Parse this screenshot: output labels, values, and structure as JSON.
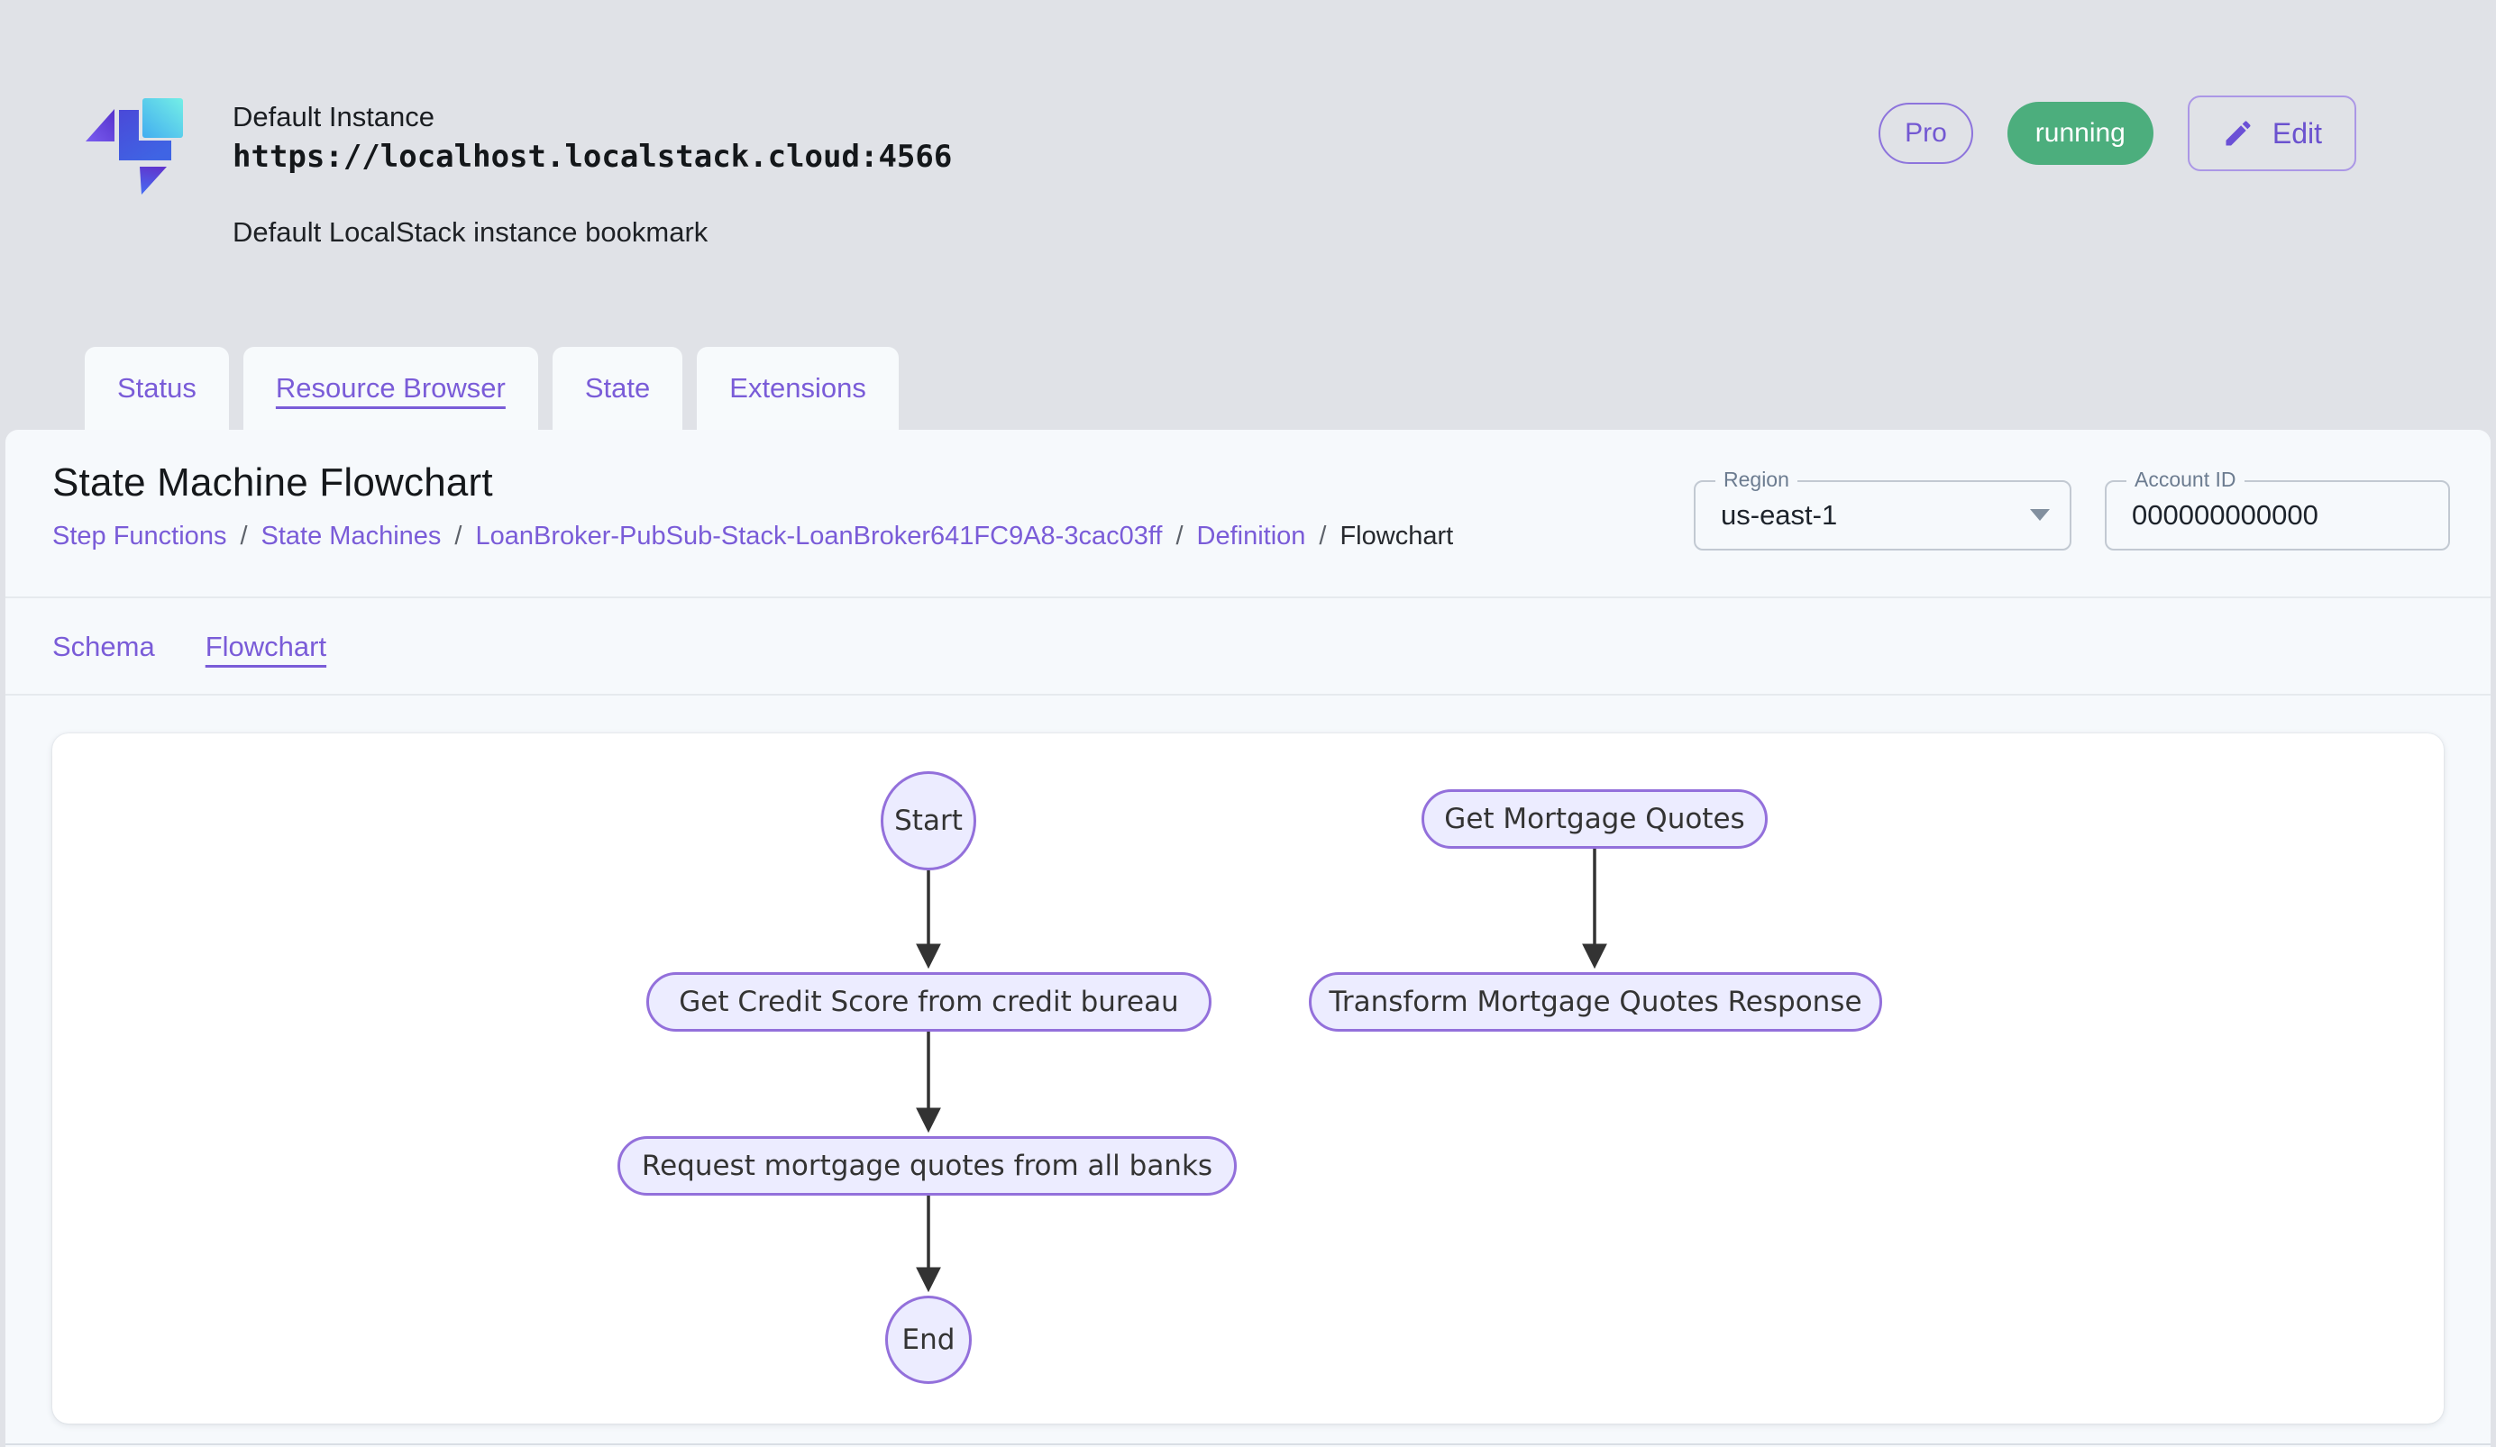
{
  "header": {
    "instance_name": "Default Instance",
    "instance_url": "https://localhost.localstack.cloud:4566",
    "instance_description": "Default LocalStack instance bookmark",
    "pro_badge": "Pro",
    "status_badge": "running",
    "edit_button": "Edit"
  },
  "tabs": [
    {
      "label": "Status",
      "active": false
    },
    {
      "label": "Resource Browser",
      "active": true
    },
    {
      "label": "State",
      "active": false
    },
    {
      "label": "Extensions",
      "active": false
    }
  ],
  "page": {
    "title": "State Machine Flowchart",
    "separator": "/",
    "breadcrumb": [
      {
        "label": "Step Functions",
        "link": true
      },
      {
        "label": "State Machines",
        "link": true
      },
      {
        "label": "LoanBroker-PubSub-Stack-LoanBroker641FC9A8-3cac03ff",
        "link": true
      },
      {
        "label": "Definition",
        "link": true
      },
      {
        "label": "Flowchart",
        "link": false
      }
    ],
    "region_field": {
      "label": "Region",
      "value": "us-east-1"
    },
    "account_field": {
      "label": "Account ID",
      "value": "000000000000"
    },
    "subtabs": [
      {
        "label": "Schema",
        "active": false
      },
      {
        "label": "Flowchart",
        "active": true
      }
    ]
  },
  "flowchart": {
    "type": "flowchart",
    "nodes": [
      {
        "id": "start",
        "label": "Start",
        "shape": "ellipse"
      },
      {
        "id": "get-credit-score",
        "label": "Get Credit Score from credit bureau",
        "shape": "stadium"
      },
      {
        "id": "request-quotes",
        "label": "Request mortgage quotes from all banks",
        "shape": "stadium"
      },
      {
        "id": "end",
        "label": "End",
        "shape": "ellipse"
      },
      {
        "id": "get-mortgage-quotes",
        "label": "Get Mortgage Quotes",
        "shape": "stadium"
      },
      {
        "id": "transform-response",
        "label": "Transform Mortgage Quotes Response",
        "shape": "stadium"
      }
    ],
    "edges": [
      {
        "from": "start",
        "to": "get-credit-score"
      },
      {
        "from": "get-credit-score",
        "to": "request-quotes"
      },
      {
        "from": "request-quotes",
        "to": "end"
      },
      {
        "from": "get-mortgage-quotes",
        "to": "transform-response"
      }
    ]
  },
  "colors": {
    "accent_purple": "#7a5cd8",
    "status_green": "#4cae7d",
    "header_bg": "#e0e2e7",
    "panel_bg": "#f6f9fc",
    "node_fill": "#ececff",
    "node_border": "#9370db",
    "arrow": "#333333"
  }
}
